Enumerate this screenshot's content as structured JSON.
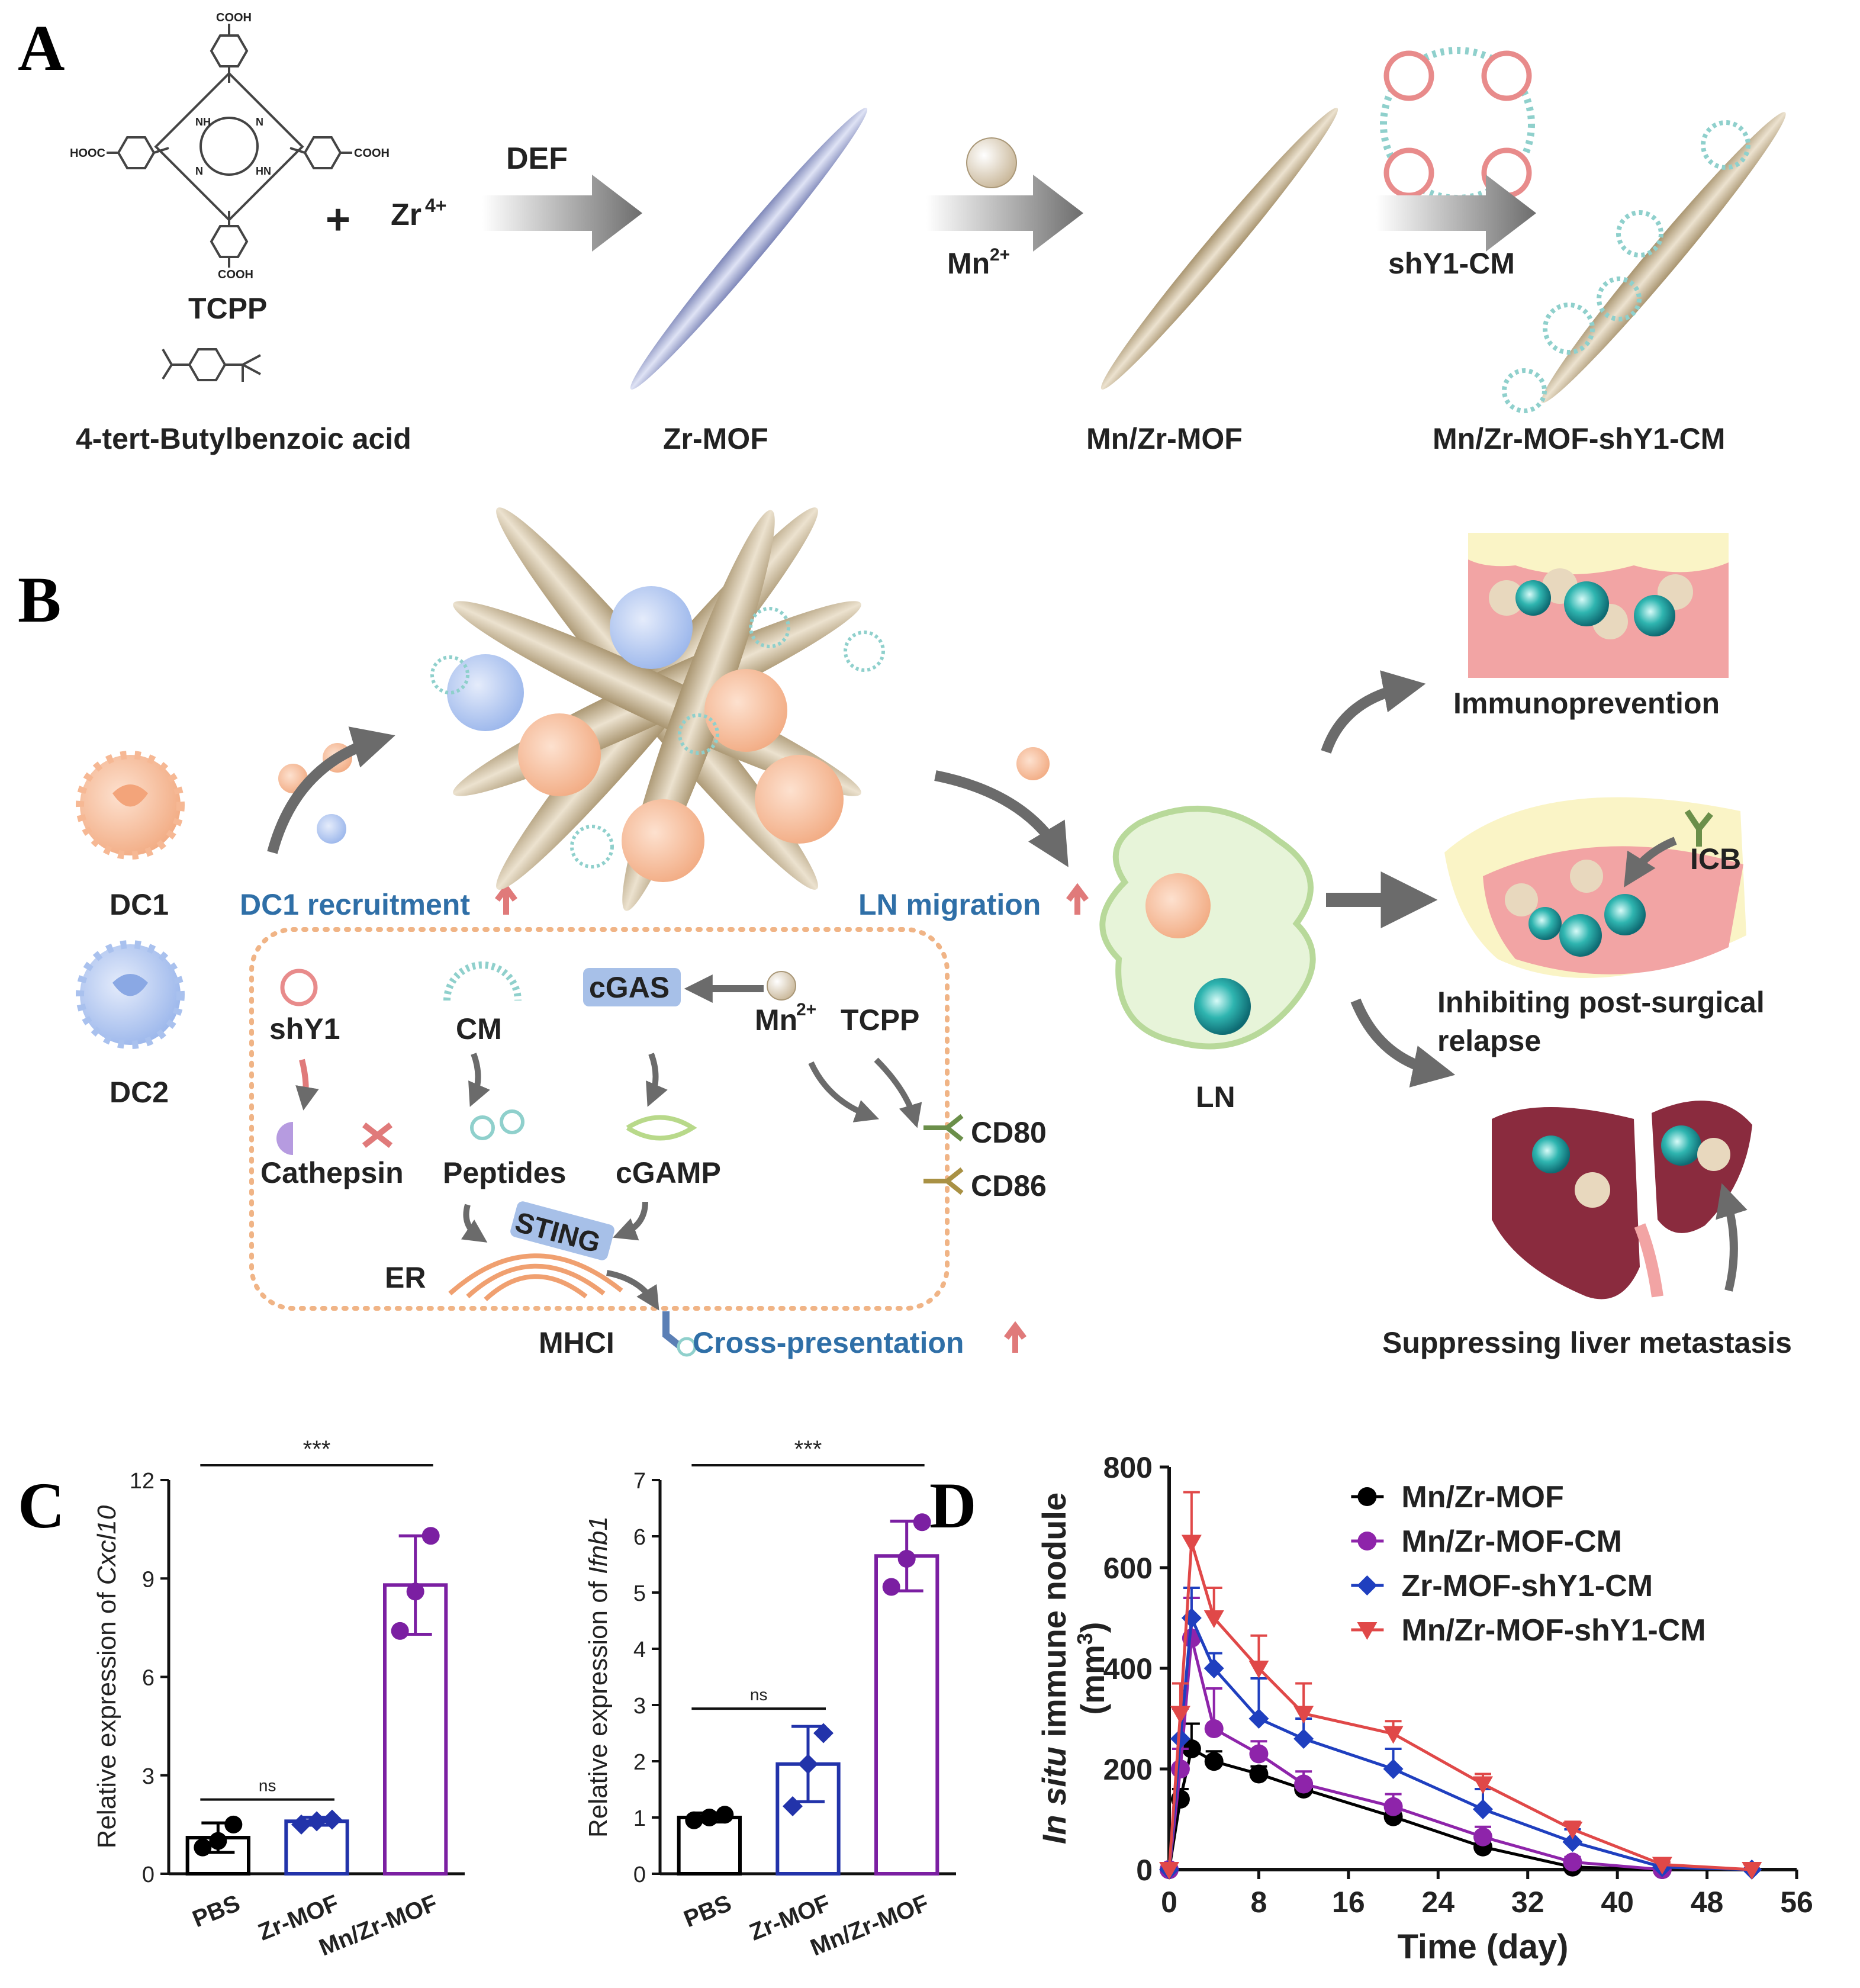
{
  "panels": {
    "A": "A",
    "B": "B",
    "C": "C",
    "D": "D"
  },
  "panel_a": {
    "tcpp_groups": [
      "COOH",
      "HOOC",
      "COOH",
      "COOH"
    ],
    "tcpp_nh": [
      "NH",
      "N",
      "N",
      "HN"
    ],
    "plus": "+",
    "zr_ion": "Zr",
    "zr_charge": "4+",
    "tcpp_label": "TCPP",
    "acid_label": "4-tert-Butylbenzoic acid",
    "step1_label": "DEF",
    "step2_ion": "Mn",
    "step2_charge": "2+",
    "step3_label": "shY1-CM",
    "products": [
      "Zr-MOF",
      "Mn/Zr-MOF",
      "Mn/Zr-MOF-shY1-CM"
    ]
  },
  "panel_b": {
    "dc1": "DC1",
    "dc2": "DC2",
    "dc1_recruitment": "DC1 recruitment",
    "ln_migration": "LN migration",
    "ln": "LN",
    "shy1": "shY1",
    "cm": "CM",
    "cgas": "cGAS",
    "mn": "Mn",
    "mn_charge": "2+",
    "tcpp": "TCPP",
    "cathepsin": "Cathepsin",
    "peptides": "Peptides",
    "cgamp": "cGAMP",
    "cd80": "CD80",
    "cd86": "CD86",
    "sting": "STING",
    "er": "ER",
    "mhci": "MHCI",
    "cross_presentation": "Cross-presentation",
    "icb": "ICB",
    "outcomes": [
      "Immunoprevention",
      "Inhibiting post-surgical",
      "relapse",
      "Suppressing liver metastasis"
    ]
  },
  "chart_data": [
    {
      "type": "bar",
      "panel": "C",
      "categories": [
        "PBS",
        "Zr-MOF",
        "Mn/Zr-MOF"
      ],
      "values": [
        1.1,
        1.6,
        8.8
      ],
      "errors": [
        0.45,
        0.12,
        1.5
      ],
      "points": [
        [
          0.8,
          1.0,
          1.5
        ],
        [
          1.5,
          1.6,
          1.65
        ],
        [
          7.4,
          8.6,
          10.3
        ]
      ],
      "colors": [
        "#000000",
        "#2233aa",
        "#7b1fa2"
      ],
      "ylabel_prefix": "Relative expression of ",
      "ylabel_gene": "Cxcl10",
      "yticks": [
        0,
        3,
        6,
        9,
        12
      ],
      "ylim": [
        0,
        12
      ],
      "sig": [
        {
          "pair": [
            0,
            1
          ],
          "text": "ns"
        },
        {
          "pair": [
            0,
            2
          ],
          "text": "***"
        }
      ]
    },
    {
      "type": "bar",
      "panel": "C",
      "categories": [
        "PBS",
        "Zr-MOF",
        "Mn/Zr-MOF"
      ],
      "values": [
        1.0,
        1.95,
        5.65
      ],
      "errors": [
        0.08,
        0.67,
        0.62
      ],
      "points": [
        [
          0.95,
          1.0,
          1.05
        ],
        [
          1.2,
          1.95,
          2.5
        ],
        [
          5.1,
          5.6,
          6.25
        ]
      ],
      "colors": [
        "#000000",
        "#2233aa",
        "#7b1fa2"
      ],
      "ylabel_prefix": "Relative expression of ",
      "ylabel_gene": "Ifnb1",
      "yticks": [
        0,
        1,
        2,
        3,
        4,
        5,
        6,
        7
      ],
      "ylim": [
        0,
        7
      ],
      "sig": [
        {
          "pair": [
            0,
            1
          ],
          "text": "ns"
        },
        {
          "pair": [
            0,
            2
          ],
          "text": "***"
        }
      ]
    },
    {
      "type": "line",
      "panel": "D",
      "xlabel": "Time (day)",
      "ylabel_italic": "In situ",
      "ylabel_rest": " immune nodule",
      "ylabel_unit": "(mm",
      "ylabel_unit_sup": "3",
      "ylabel_unit_close": ")",
      "xticks": [
        0,
        8,
        16,
        24,
        32,
        40,
        48,
        56
      ],
      "yticks": [
        0,
        200,
        400,
        600,
        800
      ],
      "xlim": [
        0,
        56
      ],
      "ylim": [
        0,
        800
      ],
      "legend_position": "top-right",
      "series": [
        {
          "name": "Mn/Zr-MOF",
          "color": "#000000",
          "marker": "circle",
          "x": [
            0,
            1,
            2,
            4,
            8,
            12,
            20,
            28,
            36,
            44
          ],
          "y": [
            0,
            140,
            240,
            215,
            190,
            160,
            105,
            45,
            5,
            0
          ],
          "err": [
            0,
            20,
            50,
            20,
            15,
            15,
            12,
            10,
            5,
            0
          ]
        },
        {
          "name": "Mn/Zr-MOF-CM",
          "color": "#8e24aa",
          "marker": "circle",
          "x": [
            0,
            1,
            2,
            4,
            8,
            12,
            20,
            28,
            36,
            44
          ],
          "y": [
            0,
            200,
            460,
            280,
            230,
            170,
            125,
            65,
            15,
            0
          ],
          "err": [
            0,
            40,
            80,
            80,
            25,
            25,
            25,
            20,
            10,
            0
          ]
        },
        {
          "name": "Zr-MOF-shY1-CM",
          "color": "#1f3fbf",
          "marker": "diamond",
          "x": [
            0,
            1,
            2,
            4,
            8,
            12,
            20,
            28,
            36,
            44,
            52
          ],
          "y": [
            0,
            260,
            500,
            400,
            300,
            260,
            200,
            120,
            55,
            5,
            0
          ],
          "err": [
            0,
            60,
            60,
            30,
            80,
            40,
            40,
            40,
            25,
            5,
            0
          ]
        },
        {
          "name": "Mn/Zr-MOF-shY1-CM",
          "color": "#e04848",
          "marker": "triangle-down",
          "x": [
            0,
            1,
            2,
            4,
            8,
            12,
            20,
            28,
            36,
            44,
            52
          ],
          "y": [
            0,
            310,
            650,
            500,
            400,
            310,
            270,
            170,
            80,
            10,
            0
          ],
          "err": [
            0,
            60,
            100,
            60,
            65,
            60,
            25,
            20,
            15,
            5,
            0
          ]
        }
      ]
    }
  ]
}
